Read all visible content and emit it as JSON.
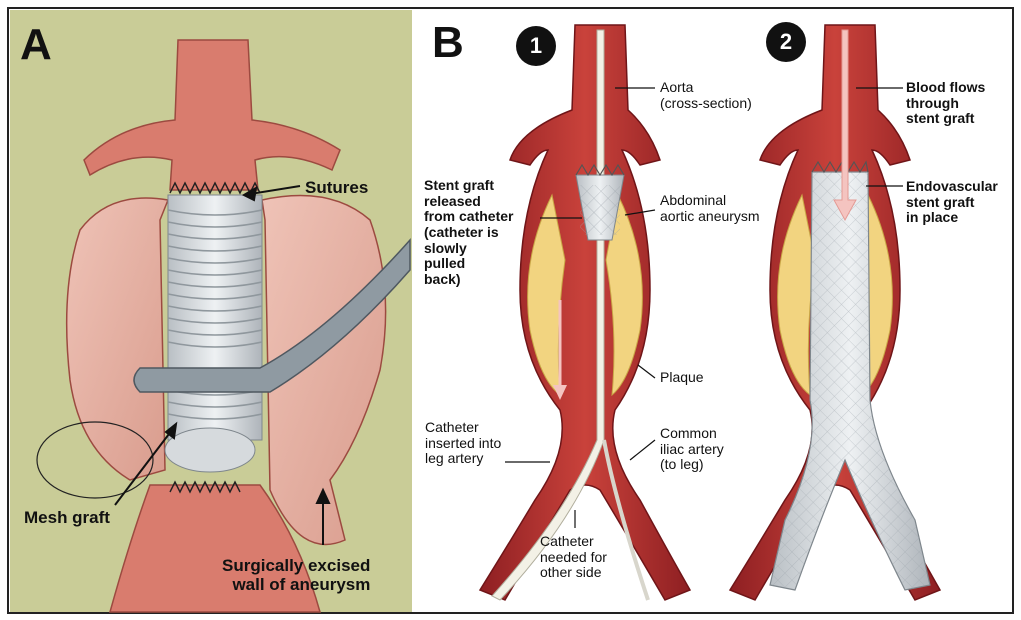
{
  "panel_a": {
    "letter": "A",
    "labels": {
      "sutures": "Sutures",
      "mesh_graft": "Mesh graft",
      "excised_wall": "Surgically excised\nwall of aneurysm"
    }
  },
  "panel_b": {
    "letter": "B",
    "steps": [
      "1",
      "2"
    ],
    "labels": {
      "aorta": "Aorta\n(cross-section)",
      "stent_released": "Stent graft\nreleased\nfrom catheter\n(catheter is\nslowly\npulled\nback)",
      "abdominal_aneurysm": "Abdominal\naortic aneurysm",
      "plaque": "Plaque",
      "catheter_inserted": "Catheter\ninserted into\nleg artery",
      "common_iliac": "Common\niliac artery\n(to leg)",
      "catheter_other": "Catheter\nneeded for\nother side",
      "blood_flows": "Blood flows\nthrough\nstent graft",
      "endovascular": "Endovascular\nstent graft\nin place"
    }
  },
  "colors": {
    "panel_a_background": "#c9cc97",
    "artery": "#b8312f",
    "artery_dark": "#8e1f22",
    "plaque": "#f2d480",
    "graft": "#dfe3e6",
    "aneurysm_wall": "#e8b3a6"
  }
}
